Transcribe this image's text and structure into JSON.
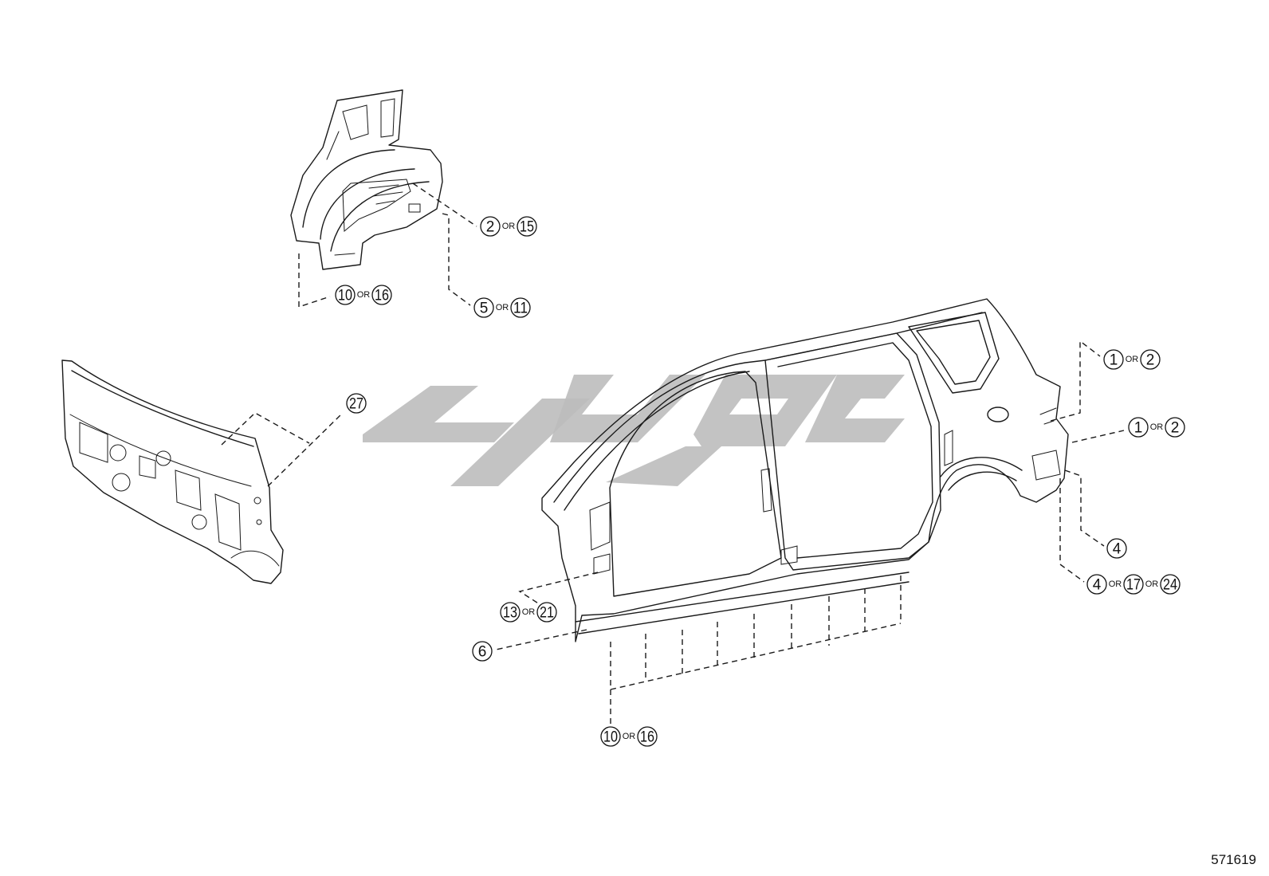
{
  "figure_id": "571619",
  "connector_word": "OR",
  "callouts": [
    {
      "id": "c-2-15",
      "parts": [
        "2",
        "15"
      ]
    },
    {
      "id": "c-10-16-a",
      "parts": [
        "10",
        "16"
      ]
    },
    {
      "id": "c-5-11",
      "parts": [
        "5",
        "11"
      ]
    },
    {
      "id": "c-27",
      "parts": [
        "27"
      ]
    },
    {
      "id": "c-1-2-a",
      "parts": [
        "1",
        "2"
      ]
    },
    {
      "id": "c-1-2-b",
      "parts": [
        "1",
        "2"
      ]
    },
    {
      "id": "c-4",
      "parts": [
        "4"
      ]
    },
    {
      "id": "c-4-17-24",
      "parts": [
        "4",
        "17",
        "24"
      ]
    },
    {
      "id": "c-13-21",
      "parts": [
        "13",
        "21"
      ]
    },
    {
      "id": "c-6",
      "parts": [
        "6"
      ]
    },
    {
      "id": "c-10-16-b",
      "parts": [
        "10",
        "16"
      ]
    }
  ]
}
